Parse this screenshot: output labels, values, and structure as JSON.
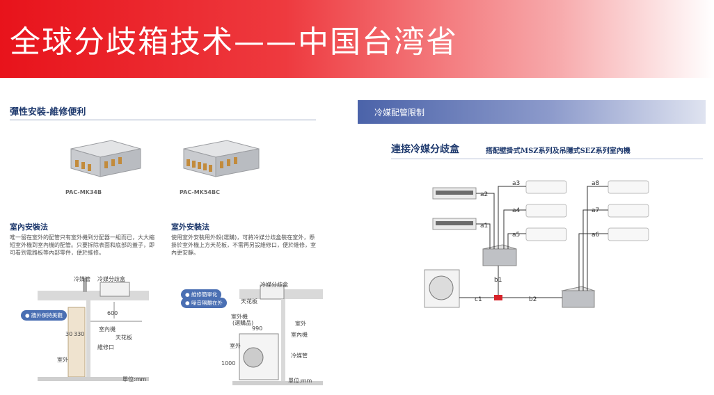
{
  "banner": {
    "title": "全球分歧箱技术——中国台湾省"
  },
  "left": {
    "heading": "彈性安裝-維修便利",
    "models": [
      "PAC-MK34B",
      "PAC-MK54BC"
    ],
    "indoor": {
      "title": "室內安裝法",
      "text": "唯一留在室外的配管只有室外機到分配器一組而已，大大縮短室外機到室內機的配管。只要拆除表面和底部的蓋子，即可看到電路板等內部零件，便於維修。"
    },
    "outdoor": {
      "title": "室外安裝法",
      "text": "使用室外安裝用外殼(選購)，可將冷媒分歧盒裝在室外，懸掛於室外機上方天花板，不需再另設維修口，便於維修，室內更安靜。"
    },
    "diagram1": {
      "badge": "● 牆外保持美觀",
      "labels": {
        "pipe": "冷媒管",
        "box": "冷媒分歧盒",
        "indoor": "室內機",
        "ceiling": "天花板",
        "access": "維修口",
        "outdoor": "室外",
        "unit": "單位:mm"
      },
      "dims": [
        "600",
        "30",
        "330"
      ]
    },
    "diagram2": {
      "badges": [
        "● 維修簡單化",
        "● 噪音隔離在外"
      ],
      "labels": {
        "box": "冷媒分歧盒",
        "ceiling": "天花板",
        "outdoor_unit": "室外機",
        "outdoor_note": "(選購品)",
        "indoor": "室內機",
        "pipe": "冷媒管",
        "outside1": "室外",
        "outside2": "室外",
        "unit": "單位:mm"
      },
      "dims": [
        "990",
        "1000"
      ]
    }
  },
  "right": {
    "header": "冷媒配管限制",
    "title": "連接冷媒分歧盒",
    "subtitle": "搭配壁掛式MSZ系列及吊隱式SEZ系列室內機",
    "nodes": {
      "a1": "a1",
      "a2": "a2",
      "a3": "a3",
      "a4": "a4",
      "a5": "a5",
      "a6": "a6",
      "a7": "a7",
      "a8": "a8",
      "b1": "b1",
      "b2": "b2",
      "c1": "c1"
    }
  }
}
